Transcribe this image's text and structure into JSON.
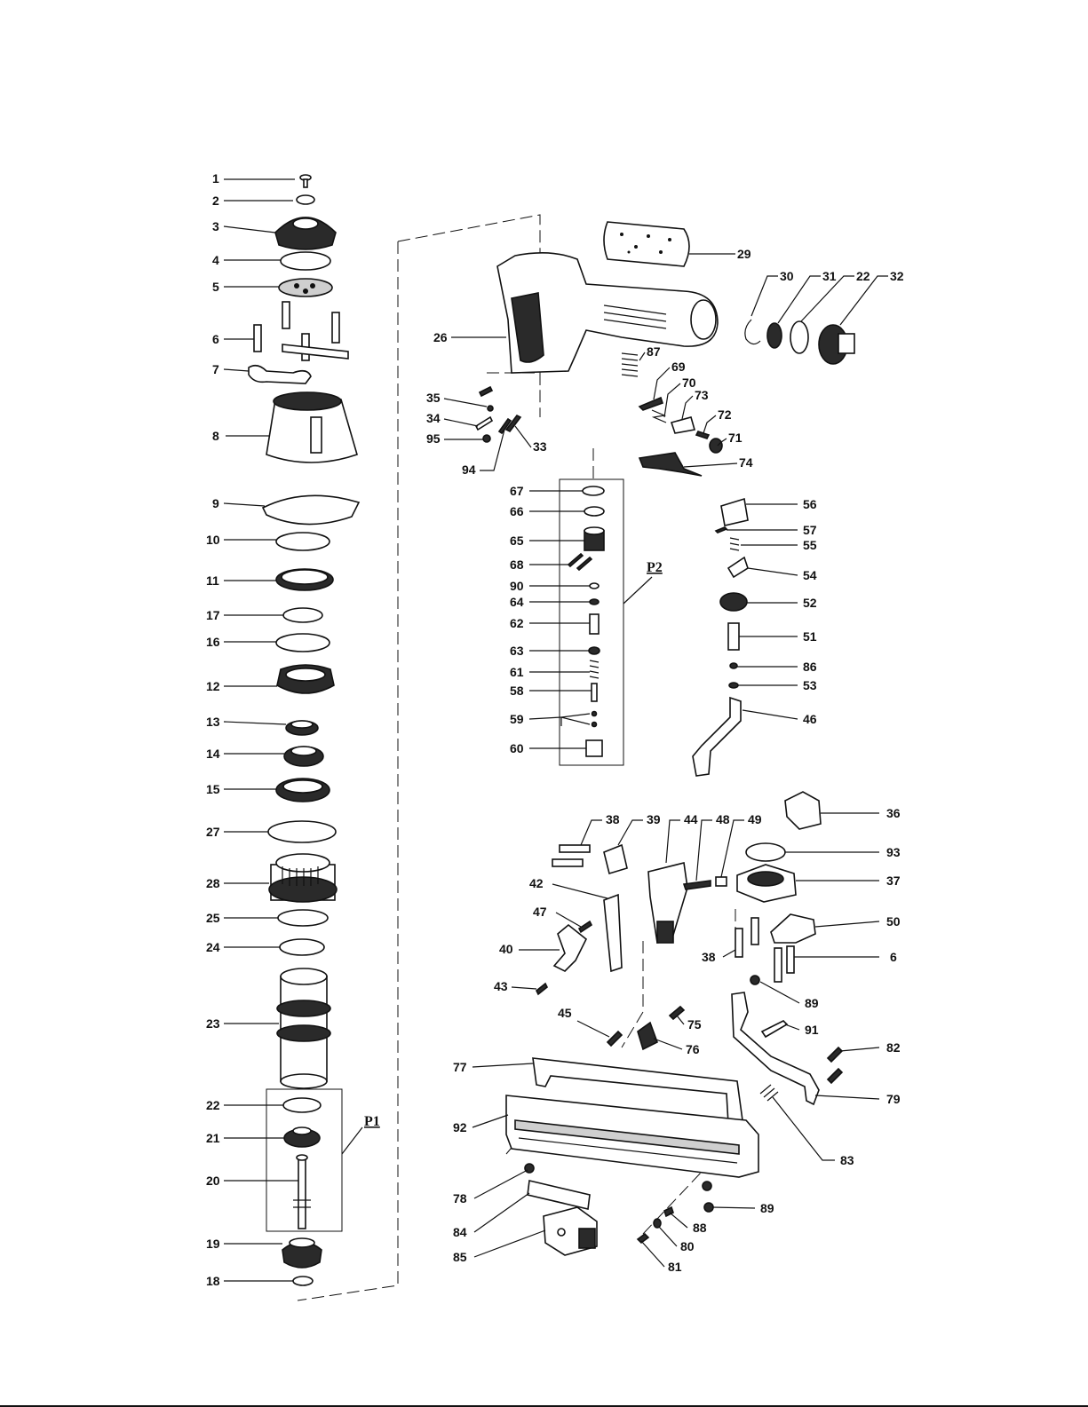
{
  "groups": {
    "p1": "P1",
    "p2": "P2"
  },
  "column_left": [
    "1",
    "2",
    "3",
    "4",
    "5",
    "6",
    "7",
    "8",
    "9",
    "10",
    "11",
    "17",
    "16",
    "12",
    "13",
    "14",
    "15",
    "27",
    "28",
    "25",
    "24",
    "23",
    "22",
    "21",
    "20",
    "19",
    "18"
  ],
  "upper_body": [
    "29",
    "30",
    "31",
    "22",
    "32",
    "26",
    "35",
    "34",
    "95",
    "94",
    "33",
    "87",
    "69",
    "70",
    "73",
    "72",
    "71",
    "74"
  ],
  "valve_p2": [
    "67",
    "66",
    "65",
    "68",
    "90",
    "64",
    "62",
    "63",
    "61",
    "58",
    "59",
    "60"
  ],
  "trigger": [
    "56",
    "57",
    "55",
    "54",
    "52",
    "51",
    "86",
    "53",
    "46"
  ],
  "nose": [
    "38",
    "39",
    "44",
    "48",
    "49",
    "36",
    "93",
    "37",
    "42",
    "47",
    "40",
    "43",
    "50",
    "38",
    "6",
    "89",
    "91"
  ],
  "magazine": [
    "45",
    "75",
    "76",
    "77",
    "92",
    "82",
    "79",
    "83",
    "78",
    "84",
    "85",
    "88",
    "80",
    "81",
    "89"
  ]
}
